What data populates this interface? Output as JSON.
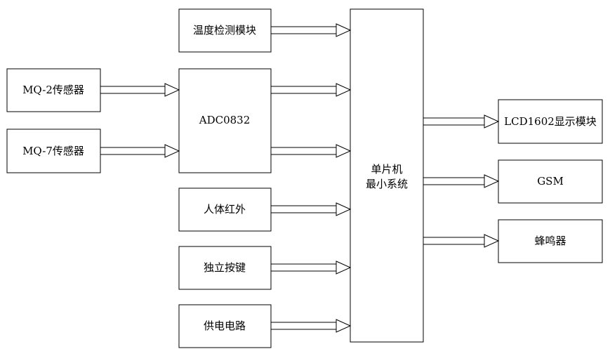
{
  "blocks": {
    "temp": "温度检测模块",
    "mq2": "MQ-2传感器",
    "mq7": "MQ-7传感器",
    "adc": "ADC0832",
    "pir": "人体红外",
    "keys": "独立按键",
    "power": "供电电路",
    "mcu_line1": "单片机",
    "mcu_line2": "最小系统",
    "lcd": "LCD1602显示模块",
    "gsm": "GSM",
    "buzzer": "蜂鸣器"
  },
  "style": {
    "line_color": "#000000",
    "box_fill": "#ffffff"
  }
}
